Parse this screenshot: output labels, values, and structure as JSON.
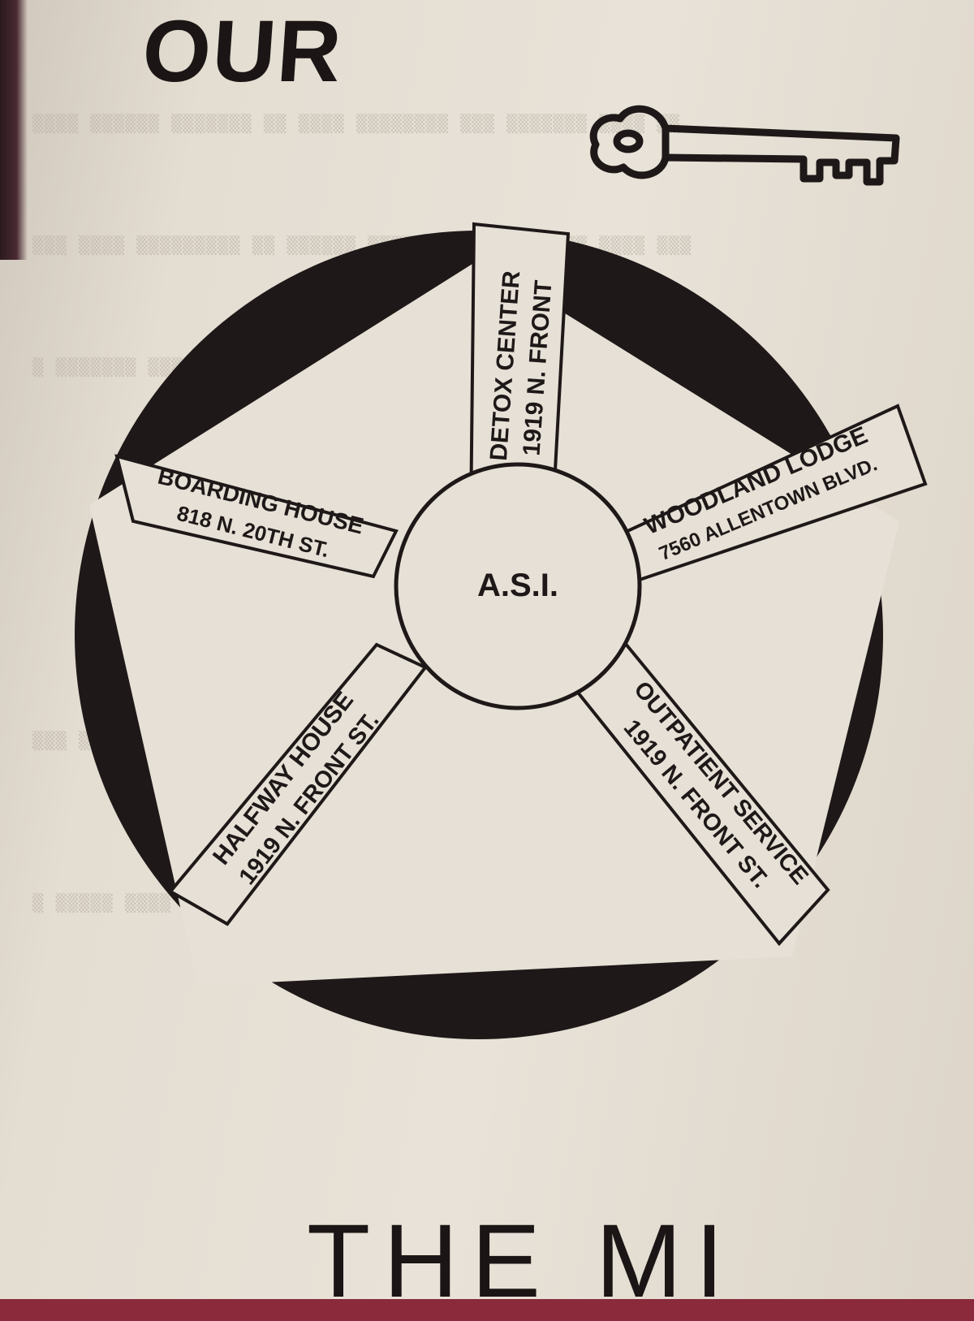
{
  "heading": "OUR",
  "icons": {
    "key": "key-icon"
  },
  "diagram": {
    "center": "A.S.I.",
    "spokes": [
      {
        "name": "DETOX CENTER",
        "address": "1919 N. FRONT"
      },
      {
        "name": "WOODLAND LODGE",
        "address": "7560 ALLENTOWN BLVD."
      },
      {
        "name": "OUTPATIENT SERVICE",
        "address": "1919 N. FRONT ST."
      },
      {
        "name": "HALFWAY HOUSE",
        "address": "1919 N. FRONT ST."
      },
      {
        "name": "BOARDING HOUSE",
        "address": "818 N. 20TH ST."
      }
    ]
  },
  "footer_heading": "THE MI",
  "colors": {
    "ink": "#1e1918",
    "paper": "#e6e0d6"
  }
}
